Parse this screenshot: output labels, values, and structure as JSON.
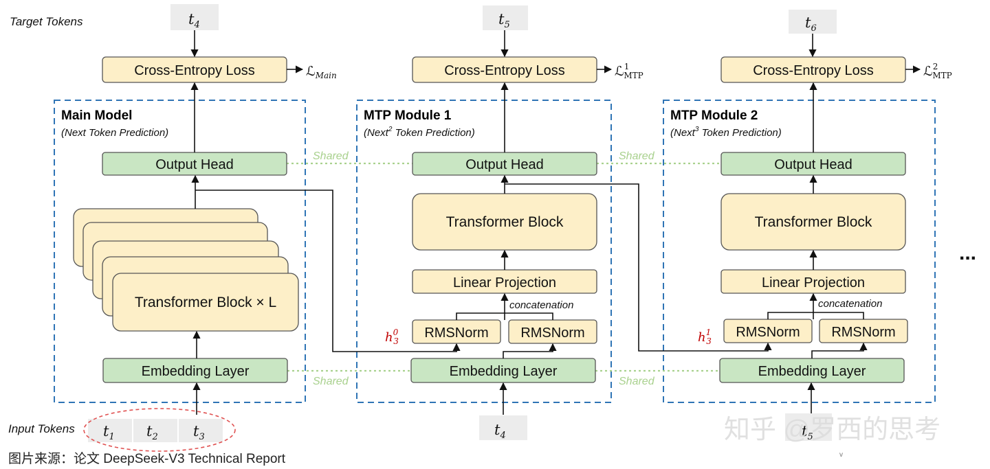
{
  "labels": {
    "target_tokens": "Target Tokens",
    "input_tokens": "Input Tokens",
    "shared": "Shared",
    "concatenation": "concatenation",
    "ellipsis": "...",
    "caption": "图片来源：论文 DeepSeek-V3 Technical Report",
    "watermark": "知乎 @罗西的思考",
    "corner_mark": "v"
  },
  "tokens": {
    "t1": {
      "base": "t",
      "sub": "1"
    },
    "t2": {
      "base": "t",
      "sub": "2"
    },
    "t3": {
      "base": "t",
      "sub": "3"
    },
    "t4": {
      "base": "t",
      "sub": "4"
    },
    "t5": {
      "base": "t",
      "sub": "5"
    },
    "t6": {
      "base": "t",
      "sub": "6"
    }
  },
  "main": {
    "title": "Main Model",
    "subtitle": "(Next Token Prediction)",
    "loss_box": "Cross-Entropy Loss",
    "loss_symbol": {
      "base": "ℒ",
      "sub": "Main"
    },
    "output_head": "Output Head",
    "transformer": "Transformer Block × L",
    "embedding": "Embedding Layer"
  },
  "mtp1": {
    "title": "MTP Module 1",
    "subtitle_pre": "(Next",
    "subtitle_sup": "2",
    "subtitle_post": " Token Prediction)",
    "loss_box": "Cross-Entropy Loss",
    "loss_symbol": {
      "base": "ℒ",
      "sub": "MTP",
      "sup": "1"
    },
    "output_head": "Output Head",
    "transformer": "Transformer Block",
    "linear": "Linear Projection",
    "rms_left": "RMSNorm",
    "rms_right": "RMSNorm",
    "embedding": "Embedding Layer",
    "hidden": {
      "base": "h",
      "sub": "3",
      "sup": "0"
    }
  },
  "mtp2": {
    "title": "MTP Module 2",
    "subtitle_pre": "(Next",
    "subtitle_sup": "3",
    "subtitle_post": " Token Prediction)",
    "loss_box": "Cross-Entropy Loss",
    "loss_symbol": {
      "base": "ℒ",
      "sub": "MTP",
      "sup": "2"
    },
    "output_head": "Output Head",
    "transformer": "Transformer Block",
    "linear": "Linear Projection",
    "rms_left": "RMSNorm",
    "rms_right": "RMSNorm",
    "embedding": "Embedding Layer",
    "hidden": {
      "base": "h",
      "sub": "3",
      "sup": "1"
    }
  },
  "colors": {
    "box_fill": "#fdefc8",
    "green_fill": "#c9e6c3",
    "frame_blue": "#2e74b5",
    "shared_green": "#a9d18e",
    "hidden_red": "#c00000",
    "input_oval_red": "#e05050"
  }
}
